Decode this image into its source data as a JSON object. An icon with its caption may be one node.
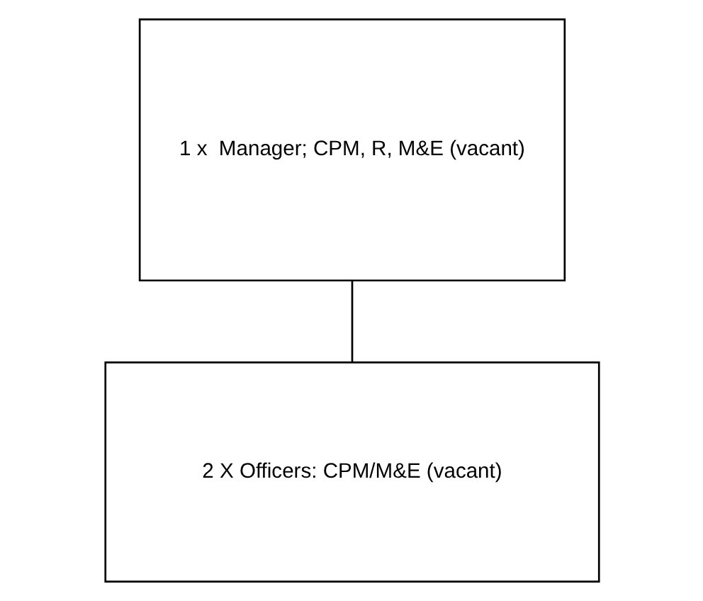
{
  "diagram": {
    "nodes": [
      {
        "text": [
          "1 x  Manager; CPM, R, M&E (vacant)"
        ]
      },
      {
        "text": [
          "2 X Officers: CPM/M&E (vacant)"
        ]
      }
    ],
    "edges": [
      {
        "from": 0,
        "to": 1,
        "arrow": "none"
      }
    ]
  }
}
